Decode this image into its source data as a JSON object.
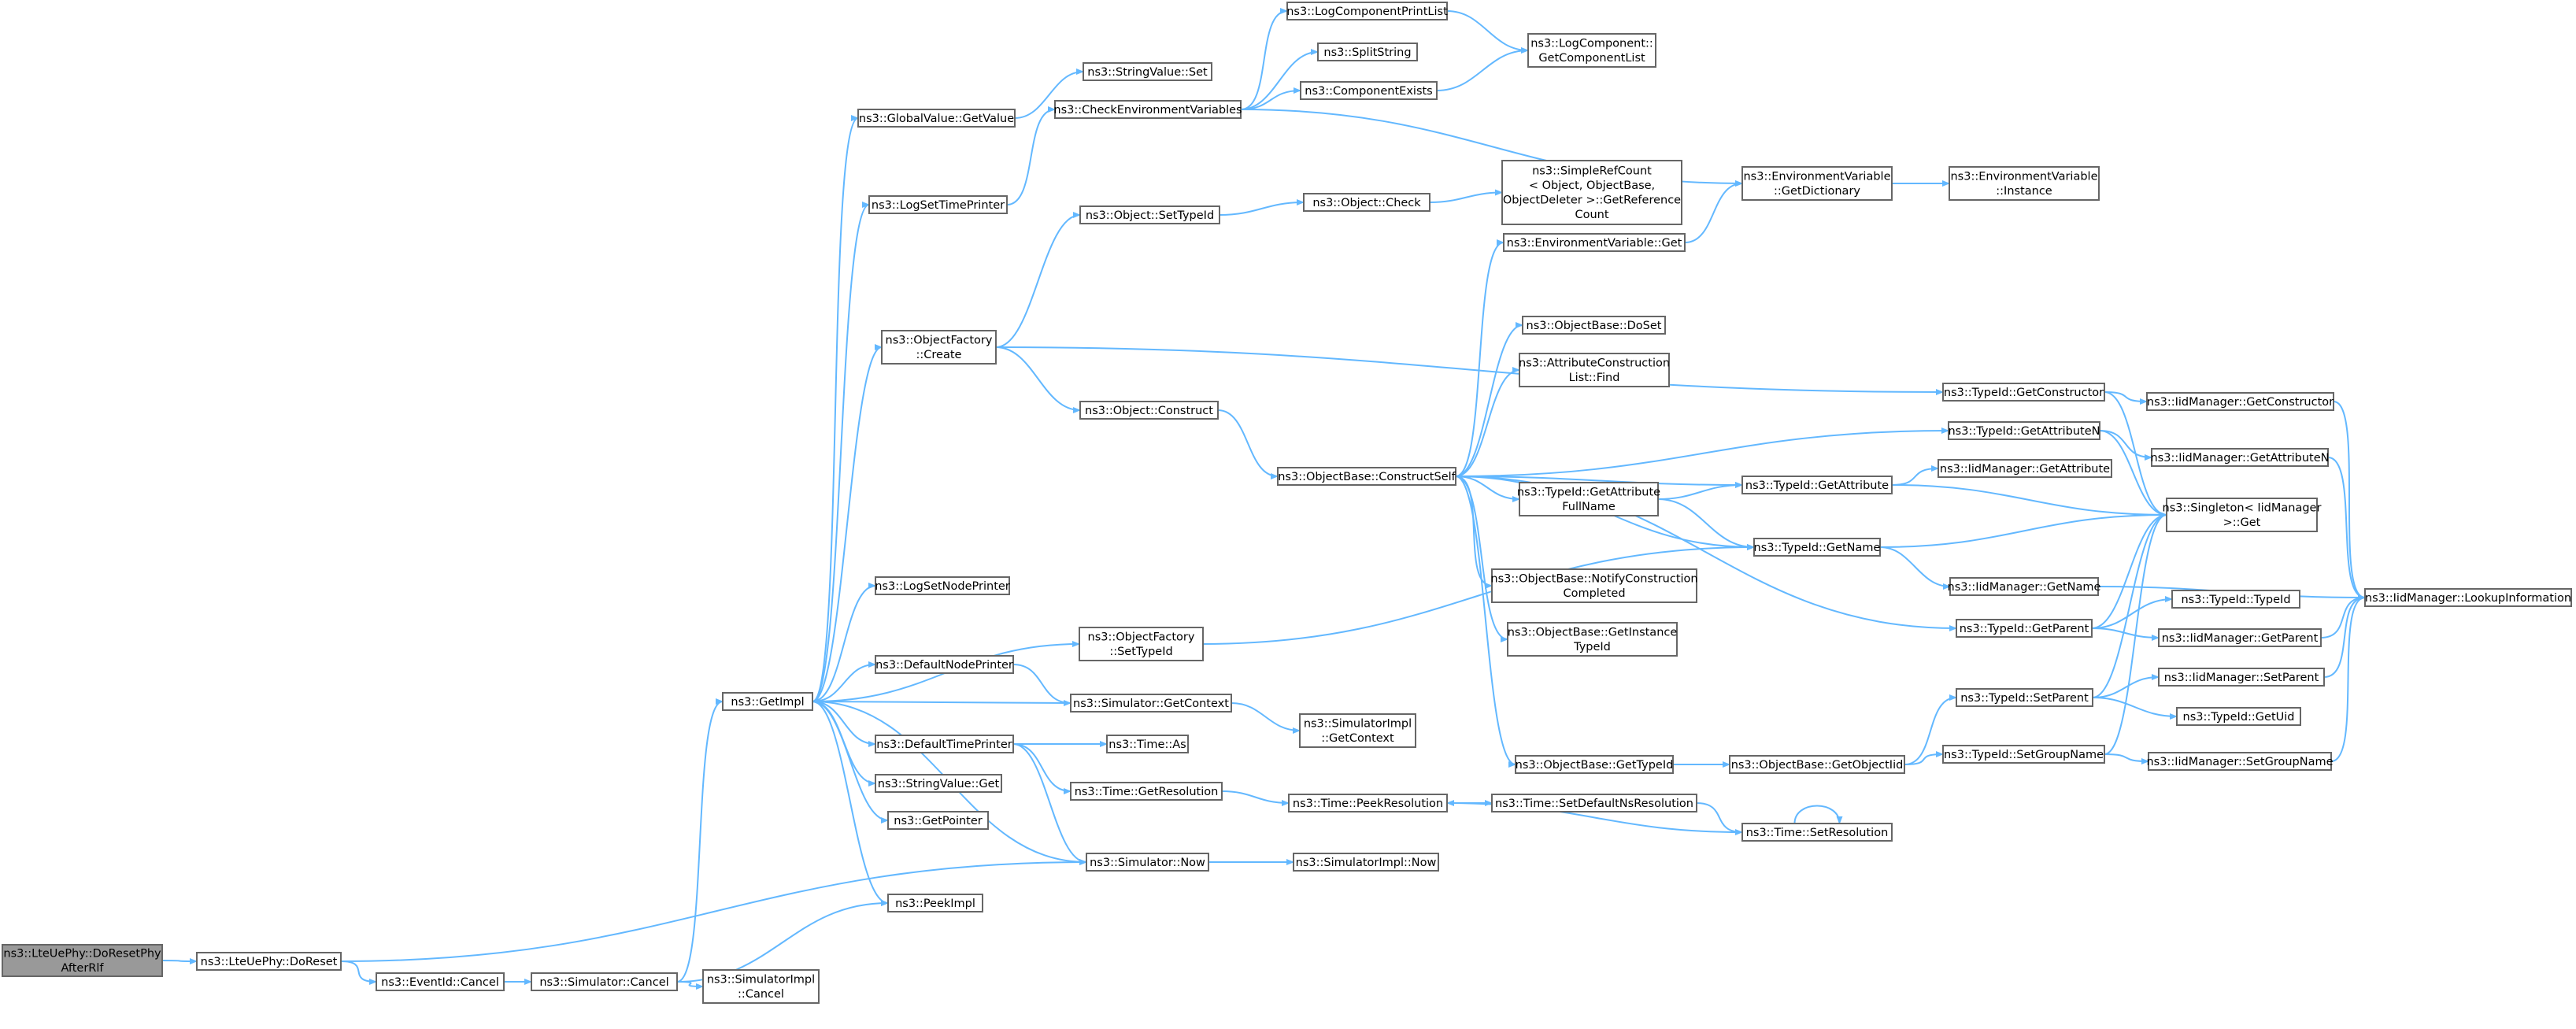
{
  "colors": {
    "edge": "#63b8ff",
    "node_border": "#666666",
    "root_fill": "#999999",
    "background": "#ffffff"
  },
  "nodes": [
    {
      "id": "doResetPhy",
      "lines": [
        "ns3::LteUePhy::DoResetPhy",
        "AfterRlf"
      ],
      "root": true
    },
    {
      "id": "doReset",
      "lines": [
        "ns3::LteUePhy::DoReset"
      ]
    },
    {
      "id": "eventCancel",
      "lines": [
        "ns3::EventId::Cancel"
      ]
    },
    {
      "id": "simCancel",
      "lines": [
        "ns3::Simulator::Cancel"
      ]
    },
    {
      "id": "simImplCancel",
      "lines": [
        "ns3::SimulatorImpl",
        "::Cancel"
      ]
    },
    {
      "id": "getImpl",
      "lines": [
        "ns3::GetImpl"
      ]
    },
    {
      "id": "peekImpl",
      "lines": [
        "ns3::PeekImpl"
      ]
    },
    {
      "id": "getPointer",
      "lines": [
        "ns3::GetPointer"
      ]
    },
    {
      "id": "stringValueGet",
      "lines": [
        "ns3::StringValue::Get"
      ]
    },
    {
      "id": "defaultTimePrinter",
      "lines": [
        "ns3::DefaultTimePrinter"
      ]
    },
    {
      "id": "defaultNodePrinter",
      "lines": [
        "ns3::DefaultNodePrinter"
      ]
    },
    {
      "id": "logSetNodePrinter",
      "lines": [
        "ns3::LogSetNodePrinter"
      ]
    },
    {
      "id": "objFactoryCreate",
      "lines": [
        "ns3::ObjectFactory",
        "::Create"
      ]
    },
    {
      "id": "logSetTimePrinter",
      "lines": [
        "ns3::LogSetTimePrinter"
      ]
    },
    {
      "id": "globalValueGetValue",
      "lines": [
        "ns3::GlobalValue::GetValue"
      ]
    },
    {
      "id": "objFactorySetTypeId",
      "lines": [
        "ns3::ObjectFactory",
        "::SetTypeId"
      ]
    },
    {
      "id": "simGetContext",
      "lines": [
        "ns3::Simulator::GetContext"
      ]
    },
    {
      "id": "simNow",
      "lines": [
        "ns3::Simulator::Now"
      ]
    },
    {
      "id": "timeAs",
      "lines": [
        "ns3::Time::As"
      ]
    },
    {
      "id": "timeGetResolution",
      "lines": [
        "ns3::Time::GetResolution"
      ]
    },
    {
      "id": "stringValueSet",
      "lines": [
        "ns3::StringValue::Set"
      ]
    },
    {
      "id": "checkEnvVars",
      "lines": [
        "ns3::CheckEnvironmentVariables"
      ]
    },
    {
      "id": "objectSetTypeId",
      "lines": [
        "ns3::Object::SetTypeId"
      ]
    },
    {
      "id": "objectConstruct",
      "lines": [
        "ns3::Object::Construct"
      ]
    },
    {
      "id": "simImplGetContext",
      "lines": [
        "ns3::SimulatorImpl",
        "::GetContext"
      ]
    },
    {
      "id": "simImplNow",
      "lines": [
        "ns3::SimulatorImpl::Now"
      ]
    },
    {
      "id": "timePeekResolution",
      "lines": [
        "ns3::Time::PeekResolution"
      ]
    },
    {
      "id": "logCompPrintList",
      "lines": [
        "ns3::LogComponentPrintList"
      ]
    },
    {
      "id": "splitString",
      "lines": [
        "ns3::SplitString"
      ]
    },
    {
      "id": "componentExists",
      "lines": [
        "ns3::ComponentExists"
      ]
    },
    {
      "id": "objectCheck",
      "lines": [
        "ns3::Object::Check"
      ]
    },
    {
      "id": "objBaseConstructSelf",
      "lines": [
        "ns3::ObjectBase::ConstructSelf"
      ]
    },
    {
      "id": "logCompGetList",
      "lines": [
        "ns3::LogComponent::",
        "GetComponentList"
      ]
    },
    {
      "id": "simpleRefCount",
      "lines": [
        "ns3::SimpleRefCount",
        "< Object, ObjectBase,",
        "ObjectDeleter >::GetReference",
        "Count"
      ]
    },
    {
      "id": "envVarGet",
      "lines": [
        "ns3::EnvironmentVariable::Get"
      ]
    },
    {
      "id": "objBaseDoSet",
      "lines": [
        "ns3::ObjectBase::DoSet"
      ]
    },
    {
      "id": "attrConstructionListFind",
      "lines": [
        "ns3::AttributeConstruction",
        "List::Find"
      ]
    },
    {
      "id": "typeIdGetAttrFullName",
      "lines": [
        "ns3::TypeId::GetAttribute",
        "FullName"
      ]
    },
    {
      "id": "objBaseNotify",
      "lines": [
        "ns3::ObjectBase::NotifyConstruction",
        "Completed"
      ]
    },
    {
      "id": "objBaseGetInstanceTypeId",
      "lines": [
        "ns3::ObjectBase::GetInstance",
        "TypeId"
      ]
    },
    {
      "id": "objBaseGetTypeId",
      "lines": [
        "ns3::ObjectBase::GetTypeId"
      ]
    },
    {
      "id": "timeSetDefaultNsRes",
      "lines": [
        "ns3::Time::SetDefaultNsResolution"
      ]
    },
    {
      "id": "envVarGetDictionary",
      "lines": [
        "ns3::EnvironmentVariable",
        "::GetDictionary"
      ]
    },
    {
      "id": "typeIdGetAttribute",
      "lines": [
        "ns3::TypeId::GetAttribute"
      ]
    },
    {
      "id": "typeIdGetName",
      "lines": [
        "ns3::TypeId::GetName"
      ]
    },
    {
      "id": "objBaseGetObjectIid",
      "lines": [
        "ns3::ObjectBase::GetObjectIid"
      ]
    },
    {
      "id": "timeSetResolution",
      "lines": [
        "ns3::Time::SetResolution"
      ]
    },
    {
      "id": "envVarInstance",
      "lines": [
        "ns3::EnvironmentVariable",
        "::Instance"
      ]
    },
    {
      "id": "typeIdGetConstructor",
      "lines": [
        "ns3::TypeId::GetConstructor"
      ]
    },
    {
      "id": "typeIdGetAttributeN",
      "lines": [
        "ns3::TypeId::GetAttributeN"
      ]
    },
    {
      "id": "iidGetAttribute",
      "lines": [
        "ns3::IidManager::GetAttribute"
      ]
    },
    {
      "id": "iidGetName",
      "lines": [
        "ns3::IidManager::GetName"
      ]
    },
    {
      "id": "typeIdGetParent",
      "lines": [
        "ns3::TypeId::GetParent"
      ]
    },
    {
      "id": "typeIdSetParent",
      "lines": [
        "ns3::TypeId::SetParent"
      ]
    },
    {
      "id": "typeIdSetGroupName",
      "lines": [
        "ns3::TypeId::SetGroupName"
      ]
    },
    {
      "id": "iidGetConstructor",
      "lines": [
        "ns3::IidManager::GetConstructor"
      ]
    },
    {
      "id": "iidGetAttributeN",
      "lines": [
        "ns3::IidManager::GetAttributeN"
      ]
    },
    {
      "id": "singletonGet",
      "lines": [
        "ns3::Singleton< IidManager",
        ">::Get"
      ]
    },
    {
      "id": "typeIdTypeId",
      "lines": [
        "ns3::TypeId::TypeId"
      ]
    },
    {
      "id": "iidGetParent",
      "lines": [
        "ns3::IidManager::GetParent"
      ]
    },
    {
      "id": "iidSetParent",
      "lines": [
        "ns3::IidManager::SetParent"
      ]
    },
    {
      "id": "typeIdGetUid",
      "lines": [
        "ns3::TypeId::GetUid"
      ]
    },
    {
      "id": "iidSetGroupName",
      "lines": [
        "ns3::IidManager::SetGroupName"
      ]
    },
    {
      "id": "iidLookupInformation",
      "lines": [
        "ns3::IidManager::LookupInformation"
      ]
    }
  ],
  "edges": [
    [
      "doResetPhy",
      "doReset"
    ],
    [
      "doReset",
      "eventCancel"
    ],
    [
      "doReset",
      "simNow"
    ],
    [
      "eventCancel",
      "simCancel"
    ],
    [
      "simCancel",
      "simImplCancel"
    ],
    [
      "simCancel",
      "getImpl"
    ],
    [
      "simCancel",
      "peekImpl"
    ],
    [
      "getImpl",
      "globalValueGetValue"
    ],
    [
      "getImpl",
      "logSetTimePrinter"
    ],
    [
      "getImpl",
      "objFactoryCreate"
    ],
    [
      "getImpl",
      "logSetNodePrinter"
    ],
    [
      "getImpl",
      "objFactorySetTypeId"
    ],
    [
      "getImpl",
      "defaultNodePrinter"
    ],
    [
      "getImpl",
      "defaultTimePrinter"
    ],
    [
      "getImpl",
      "stringValueGet"
    ],
    [
      "getImpl",
      "getPointer"
    ],
    [
      "getImpl",
      "peekImpl"
    ],
    [
      "globalValueGetValue",
      "stringValueSet"
    ],
    [
      "logSetTimePrinter",
      "checkEnvVars"
    ],
    [
      "objFactoryCreate",
      "objectSetTypeId"
    ],
    [
      "objFactoryCreate",
      "objectConstruct"
    ],
    [
      "objFactoryCreate",
      "typeIdGetConstructor"
    ],
    [
      "objFactorySetTypeId",
      "typeIdGetName"
    ],
    [
      "defaultNodePrinter",
      "simGetContext"
    ],
    [
      "defaultTimePrinter",
      "timeAs"
    ],
    [
      "defaultTimePrinter",
      "timeGetResolution"
    ],
    [
      "defaultTimePrinter",
      "simNow"
    ],
    [
      "simGetContext",
      "getImpl"
    ],
    [
      "simGetContext",
      "simImplGetContext"
    ],
    [
      "simNow",
      "getImpl"
    ],
    [
      "simNow",
      "simImplNow"
    ],
    [
      "timeGetResolution",
      "timePeekResolution"
    ],
    [
      "checkEnvVars",
      "logCompPrintList"
    ],
    [
      "checkEnvVars",
      "splitString"
    ],
    [
      "checkEnvVars",
      "componentExists"
    ],
    [
      "checkEnvVars",
      "envVarGetDictionary"
    ],
    [
      "logCompPrintList",
      "logCompGetList"
    ],
    [
      "componentExists",
      "logCompGetList"
    ],
    [
      "objectSetTypeId",
      "objectCheck"
    ],
    [
      "objectCheck",
      "simpleRefCount"
    ],
    [
      "objectConstruct",
      "objBaseConstructSelf"
    ],
    [
      "objBaseConstructSelf",
      "envVarGet"
    ],
    [
      "objBaseConstructSelf",
      "objBaseDoSet"
    ],
    [
      "objBaseConstructSelf",
      "attrConstructionListFind"
    ],
    [
      "objBaseConstructSelf",
      "typeIdGetAttributeN"
    ],
    [
      "objBaseConstructSelf",
      "typeIdGetAttribute"
    ],
    [
      "objBaseConstructSelf",
      "typeIdGetAttrFullName"
    ],
    [
      "objBaseConstructSelf",
      "typeIdGetName"
    ],
    [
      "objBaseConstructSelf",
      "objBaseNotify"
    ],
    [
      "objBaseConstructSelf",
      "objBaseGetInstanceTypeId"
    ],
    [
      "objBaseConstructSelf",
      "typeIdGetParent"
    ],
    [
      "objBaseConstructSelf",
      "objBaseGetTypeId"
    ],
    [
      "envVarGet",
      "envVarGetDictionary"
    ],
    [
      "envVarGetDictionary",
      "envVarInstance"
    ],
    [
      "typeIdGetAttrFullName",
      "typeIdGetAttribute"
    ],
    [
      "typeIdGetAttrFullName",
      "typeIdGetName"
    ],
    [
      "typeIdGetAttribute",
      "iidGetAttribute"
    ],
    [
      "typeIdGetAttribute",
      "singletonGet"
    ],
    [
      "typeIdGetName",
      "singletonGet"
    ],
    [
      "typeIdGetName",
      "iidGetName"
    ],
    [
      "objBaseGetTypeId",
      "objBaseGetObjectIid"
    ],
    [
      "objBaseGetObjectIid",
      "typeIdSetParent"
    ],
    [
      "objBaseGetObjectIid",
      "typeIdSetGroupName"
    ],
    [
      "timePeekResolution",
      "timeSetDefaultNsRes"
    ],
    [
      "timeSetDefaultNsRes",
      "timeSetResolution"
    ],
    [
      "timeSetResolution",
      "timePeekResolution"
    ],
    [
      "timeSetResolution",
      "timeSetResolution"
    ],
    [
      "typeIdGetConstructor",
      "iidGetConstructor"
    ],
    [
      "typeIdGetConstructor",
      "singletonGet"
    ],
    [
      "typeIdGetAttributeN",
      "iidGetAttributeN"
    ],
    [
      "typeIdGetAttributeN",
      "singletonGet"
    ],
    [
      "typeIdGetParent",
      "typeIdTypeId"
    ],
    [
      "typeIdGetParent",
      "iidGetParent"
    ],
    [
      "typeIdGetParent",
      "singletonGet"
    ],
    [
      "typeIdSetParent",
      "iidSetParent"
    ],
    [
      "typeIdSetParent",
      "typeIdGetUid"
    ],
    [
      "typeIdSetParent",
      "singletonGet"
    ],
    [
      "typeIdSetGroupName",
      "iidSetGroupName"
    ],
    [
      "typeIdSetGroupName",
      "singletonGet"
    ],
    [
      "iidGetConstructor",
      "iidLookupInformation"
    ],
    [
      "iidGetAttributeN",
      "iidLookupInformation"
    ],
    [
      "iidGetName",
      "iidLookupInformation"
    ],
    [
      "iidGetParent",
      "iidLookupInformation"
    ],
    [
      "iidSetParent",
      "iidLookupInformation"
    ],
    [
      "iidSetGroupName",
      "iidLookupInformation"
    ]
  ]
}
